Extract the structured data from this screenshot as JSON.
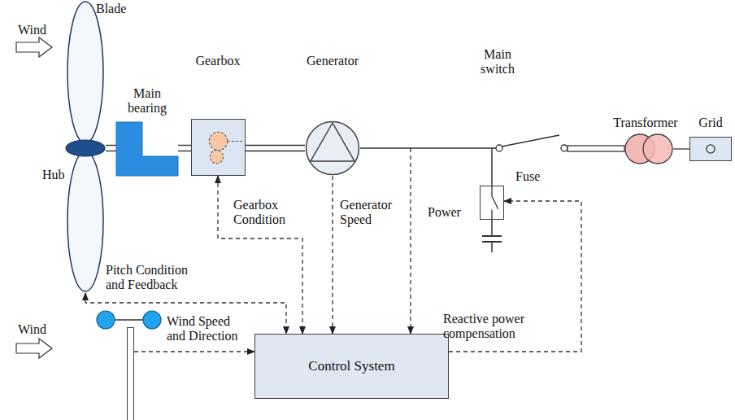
{
  "diagram": {
    "nodes": [
      {
        "text": [
          "Blade",
          "Hub"
        ]
      },
      {
        "text": [
          "Main bearing"
        ]
      },
      {
        "text": [
          "Gearbox"
        ]
      },
      {
        "text": [
          "Generator"
        ]
      },
      {
        "text": [
          "Fuse"
        ]
      },
      {
        "text": [
          "Transformer"
        ]
      },
      {
        "text": [
          "Grid"
        ]
      },
      {
        "text": [
          "Wind"
        ]
      },
      {
        "text": [
          "Control System"
        ]
      }
    ],
    "edges": [
      {
        "from": 0,
        "to": 1,
        "arrow": "none"
      },
      {
        "from": 1,
        "to": 2,
        "arrow": "none"
      },
      {
        "from": 2,
        "to": 3,
        "arrow": "none"
      },
      {
        "from": 5,
        "to": 6,
        "arrow": "none"
      },
      {
        "from": 0,
        "to": 8,
        "label": "Pitch Condition and Feedback",
        "arrow": "both"
      },
      {
        "from": 2,
        "to": 8,
        "label": "Gearbox Condition",
        "arrow": "both"
      },
      {
        "from": 3,
        "to": 8,
        "label": "Generator Speed",
        "arrow": "to"
      },
      {
        "from": 7,
        "to": 8,
        "label": "Wind Speed and Direction",
        "arrow": "to"
      },
      {
        "from": 8,
        "to": 4,
        "label": "Reactive power compensation",
        "arrow": "to"
      }
    ],
    "labels": [
      "Wind",
      "Main switch",
      "Power"
    ]
  }
}
